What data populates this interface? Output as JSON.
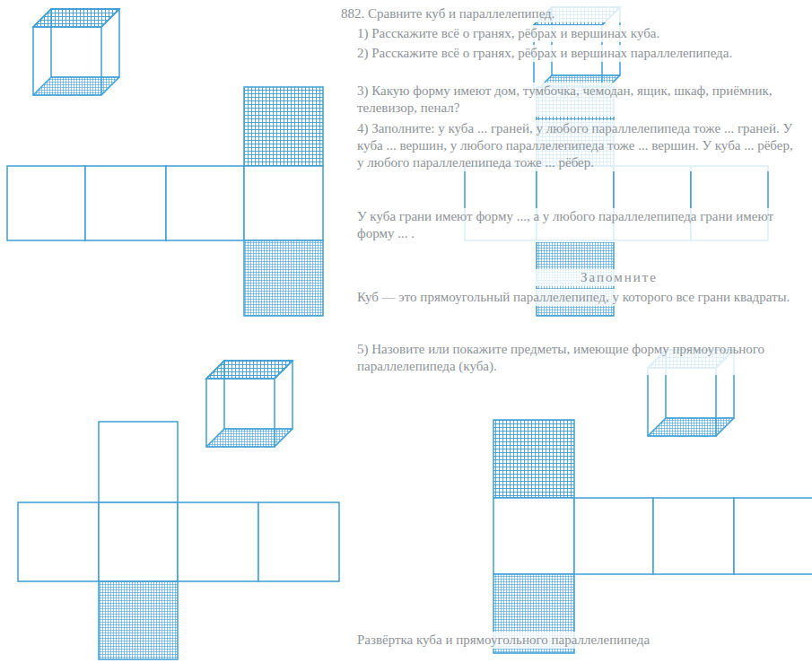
{
  "diagram": {
    "labels": [
      "882. Сравните куб и параллелепипед.",
      "1) Расскажите всё о гранях, рёбрах и вершинах куба.",
      "2) Расскажите всё о гранях, рёбрах и вершинах параллелепипеда.",
      "3) Какую форму имеют дом, тумбочка, чемодан, ящик, шкаф, приёмник, телевизор, пенал?",
      "4) Заполните: у куба ... граней, у любого параллелепипеда тоже ... граней. У куба ... вершин, у любого параллелепипеда тоже ... вершин. У куба ... рёбер, у любого параллелепипеда тоже ... рёбер.",
      "У куба грани имеют форму ..., а у любого параллелепипеда грани имеют форму ... .",
      "Запомните",
      "Куб — это прямоугольный параллелепипед, у которого все грани квадраты.",
      "5) Назовите или покажите предметы, имеющие форму прямоугольного параллелепипеда (куба).",
      "Развёртка куба и прямоугольного параллелепипеда"
    ]
  }
}
